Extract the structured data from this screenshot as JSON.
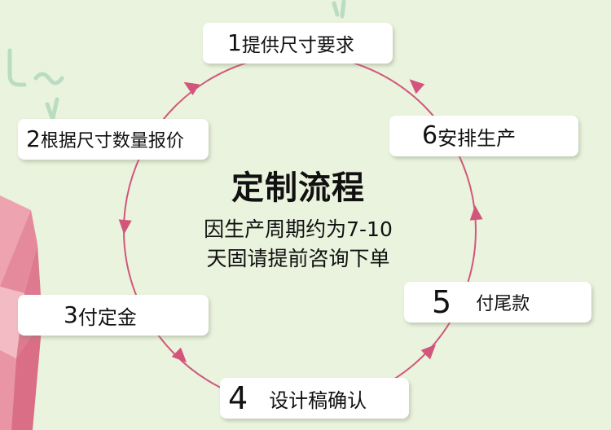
{
  "title": "定制流程",
  "note": [
    "因生产周期约为7-10",
    "天固请提前咨询下单"
  ],
  "steps": [
    {
      "num": "1",
      "label": "提供尺寸要求"
    },
    {
      "num": "2",
      "label": "根据尺寸数量报价"
    },
    {
      "num": "3",
      "label": "付定金"
    },
    {
      "num": "4",
      "label": "设计稿确认"
    },
    {
      "num": "5",
      "label": "付尾款"
    },
    {
      "num": "6",
      "label": "安排生产"
    }
  ],
  "colors": {
    "background": "#eaf3dd",
    "circle": "#d2567c",
    "box": "#ffffff",
    "accent_pink": "#e38ea4"
  }
}
